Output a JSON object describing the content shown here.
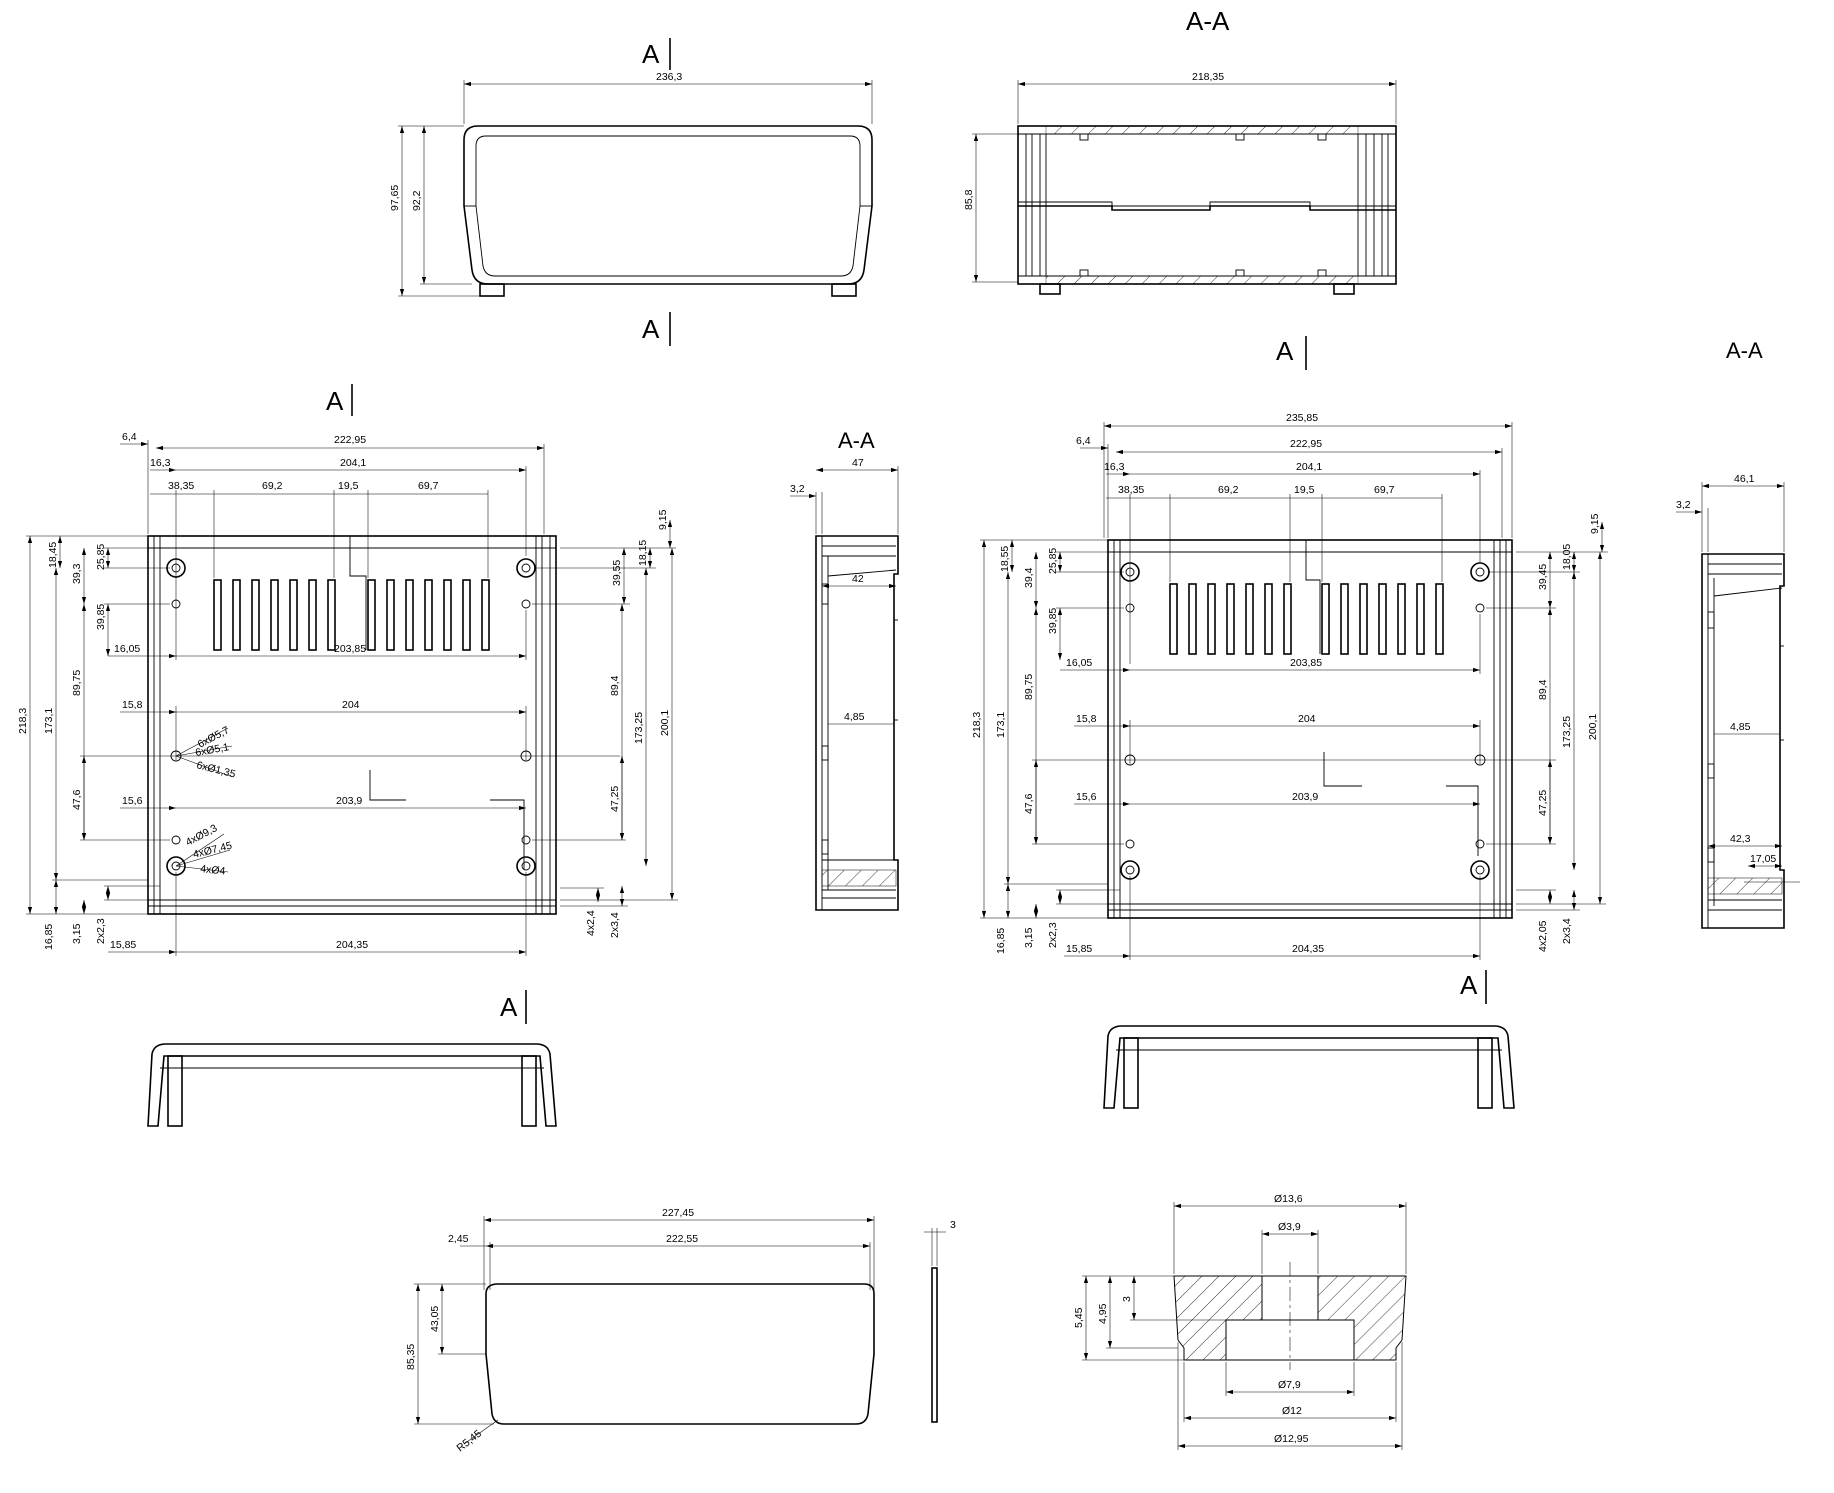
{
  "labels": {
    "section_a": "A",
    "section_aa": "A-A"
  },
  "front": {
    "width": "236,3",
    "height_outer": "97,65",
    "height_inner": "92,2"
  },
  "section_top": {
    "width": "218,35",
    "height": "85,8"
  },
  "plan_left": {
    "d_6_4": "6,4",
    "d_222_95": "222,95",
    "d_16_3": "16,3",
    "d_204_1": "204,1",
    "d_38_35": "38,35",
    "d_69_2": "69,2",
    "d_19_5": "19,5",
    "d_69_7": "69,7",
    "d_9_15": "9,15",
    "d_18_45": "18,45",
    "d_39_3": "39,3",
    "d_25_85": "25,85",
    "d_39_55": "39,55",
    "d_18_15": "18,15",
    "d_39_85": "39,85",
    "d_16_05": "16,05",
    "d_203_85": "203,85",
    "d_218_3": "218,3",
    "d_173_1": "173,1",
    "d_89_75": "89,75",
    "d_89_4": "89,4",
    "d_173_25": "173,25",
    "d_200_1": "200,1",
    "d_15_8": "15,8",
    "d_204": "204",
    "h_6x5_7": "6xØ5,7",
    "h_6x5_1": "6xØ5,1",
    "h_6x1_35": "6xØ1,35",
    "d_47_6": "47,6",
    "d_47_25": "47,25",
    "d_15_6": "15,6",
    "d_203_9": "203,9",
    "h_4x9_3": "4xØ9,3",
    "h_4x7_45": "4xØ7,45",
    "h_4x4": "4xØ4",
    "d_16_85": "16,85",
    "d_3_15": "3,15",
    "d_2x2_3": "2x2,3",
    "d_15_85": "15,85",
    "d_204_35": "204,35",
    "d_4x2_4": "4x2,4",
    "d_2x3_4": "2x3,4"
  },
  "side_left": {
    "d_3_2": "3,2",
    "d_47": "47",
    "d_42": "42",
    "d_4_85": "4,85"
  },
  "plan_right": {
    "d_235_85": "235,85",
    "d_6_4": "6,4",
    "d_222_95": "222,95",
    "d_16_3": "16,3",
    "d_204_1": "204,1",
    "d_38_35": "38,35",
    "d_69_2": "69,2",
    "d_19_5": "19,5",
    "d_69_7": "69,7",
    "d_9_15": "9,15",
    "d_18_55": "18,55",
    "d_39_4": "39,4",
    "d_25_85": "25,85",
    "d_39_45": "39,45",
    "d_18_05": "18,05",
    "d_39_85": "39,85",
    "d_16_05": "16,05",
    "d_203_85": "203,85",
    "d_218_3": "218,3",
    "d_173_1": "173,1",
    "d_89_75": "89,75",
    "d_89_4": "89,4",
    "d_173_25": "173,25",
    "d_200_1": "200,1",
    "d_15_8": "15,8",
    "d_204": "204",
    "d_47_6": "47,6",
    "d_47_25": "47,25",
    "d_15_6": "15,6",
    "d_203_9": "203,9",
    "d_16_85": "16,85",
    "d_3_15": "3,15",
    "d_2x2_3": "2x2,3",
    "d_15_85": "15,85",
    "d_204_35": "204,35",
    "d_4x2_05": "4x2,05",
    "d_2x3_4": "2x3,4"
  },
  "side_right": {
    "d_46_1": "46,1",
    "d_3_2": "3,2",
    "d_4_85": "4,85",
    "d_42_3": "42,3",
    "d_17_05": "17,05"
  },
  "panel": {
    "d_227_45": "227,45",
    "d_2_45": "2,45",
    "d_222_55": "222,55",
    "d_85_35": "85,35",
    "d_43_05": "43,05",
    "r_5_45": "R5,45",
    "d_3": "3"
  },
  "foot": {
    "d_13_6": "Ø13,6",
    "d_3_9": "Ø3,9",
    "d_5_45": "5,45",
    "d_4_95": "4,95",
    "d_3": "3",
    "d_7_9": "Ø7,9",
    "d_12": "Ø12",
    "d_12_95": "Ø12,95"
  }
}
